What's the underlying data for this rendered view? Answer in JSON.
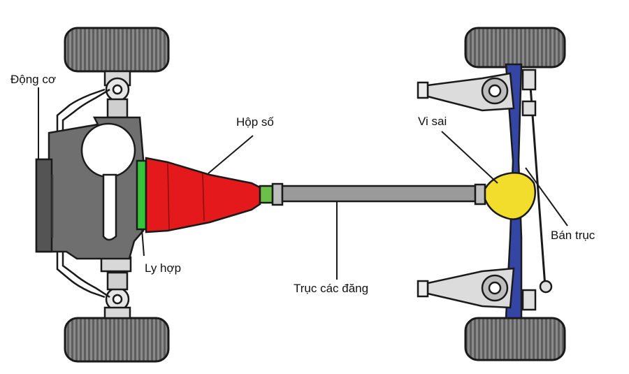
{
  "labels": {
    "engine": "Động cơ",
    "gearbox": "Hộp số",
    "clutch": "Ly hợp",
    "driveshaft": "Trục các đăng",
    "differential": "Vi sai",
    "axle_shaft": "Bán trục"
  },
  "colors": {
    "gearbox": "#e3191c",
    "clutch_ring": "#35c43a",
    "engine_block": "#6f6f6f",
    "differential": "#f2dd2c",
    "rear_axle": "#3346a3",
    "tire": "#7d7d7d",
    "driveshaft": "#9a9a9a"
  }
}
